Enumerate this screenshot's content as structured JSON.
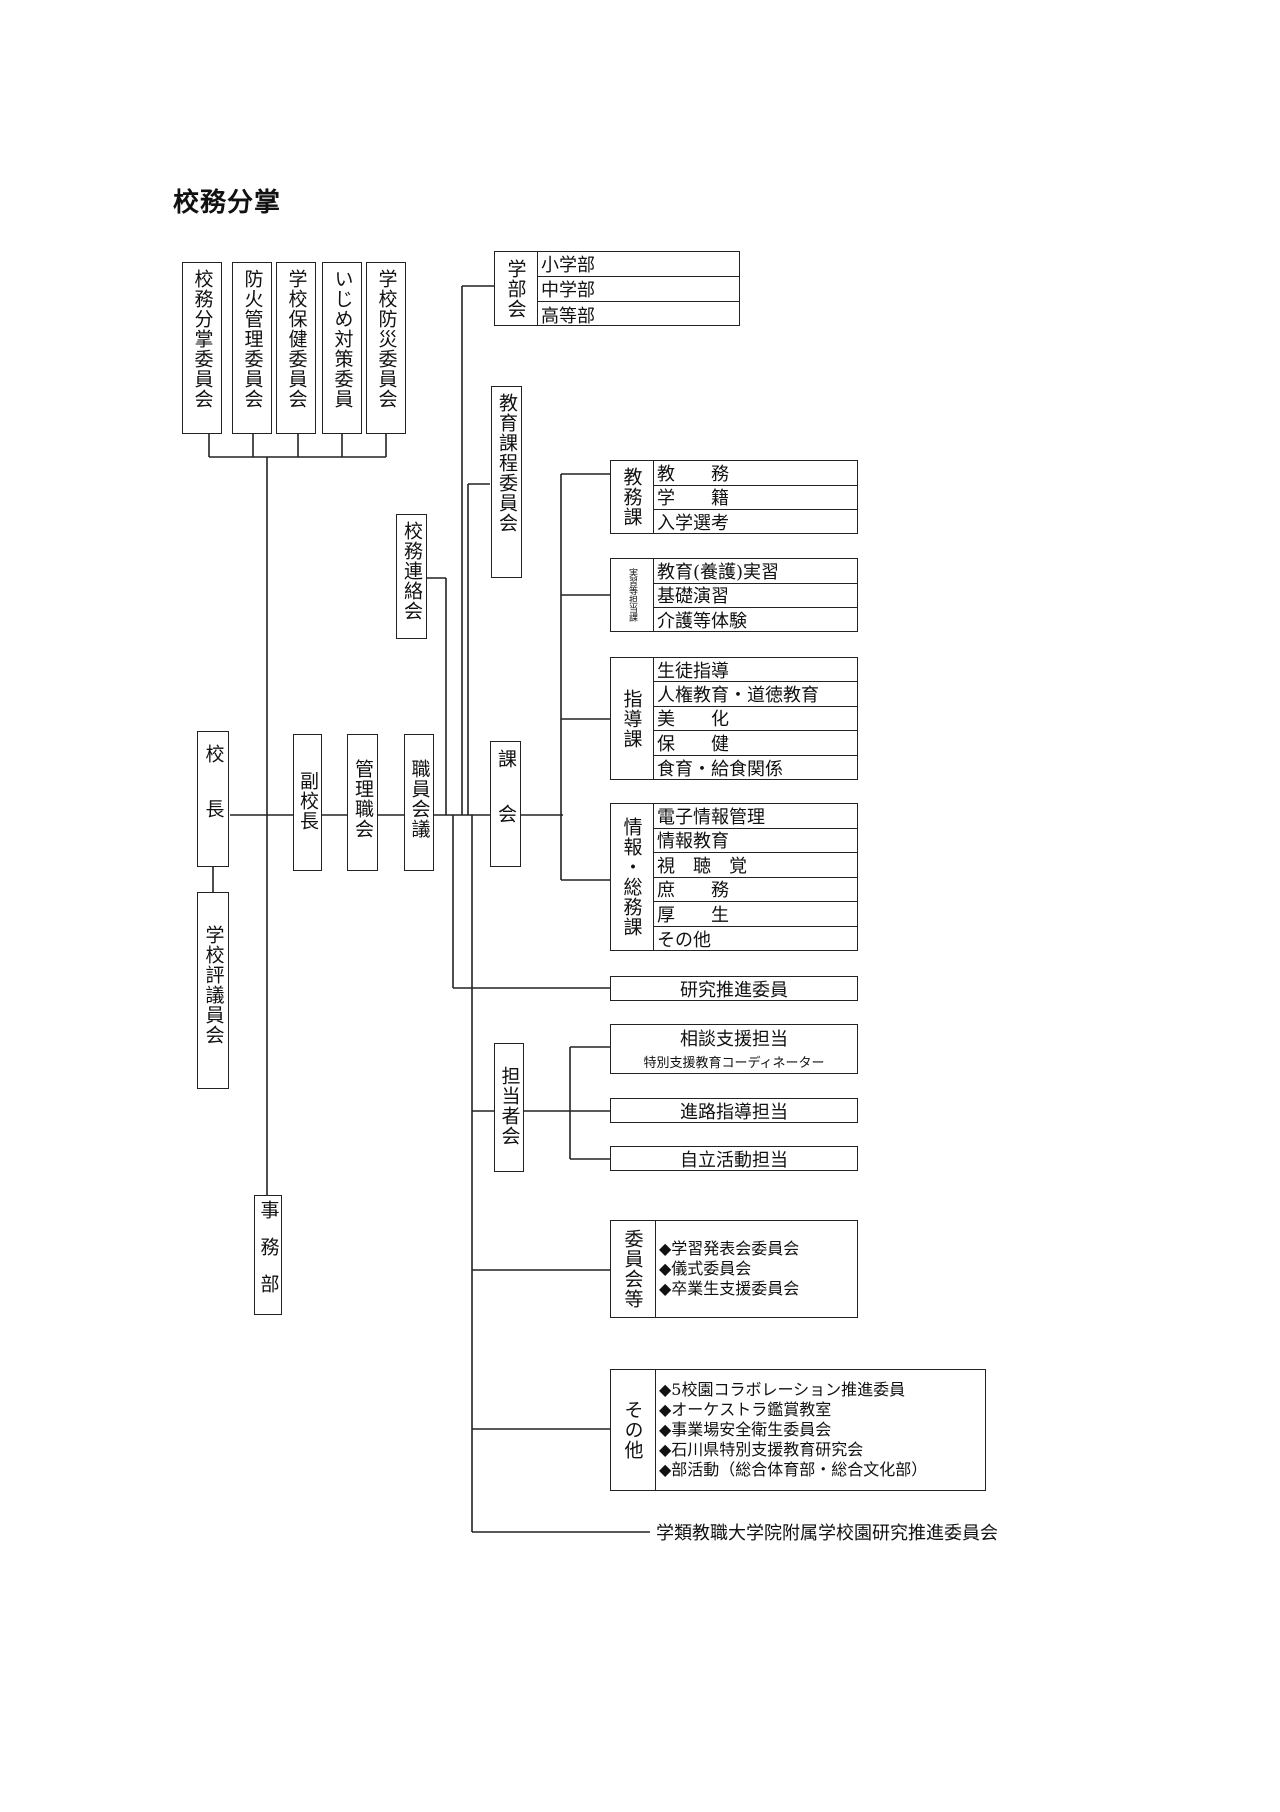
{
  "title": "校務分掌",
  "nodes": {
    "principal": "校長",
    "council": "学校評議員会",
    "vice_principal": "副校長",
    "management": "管理職会",
    "staff_meeting": "職員会議",
    "school_affairs_liaison": "校務連絡会",
    "curriculum_committee": "教育課程委員会",
    "section_meeting": "課会",
    "office": "事務部",
    "research_promotion": "研究推進委員",
    "university_committee": "学類教職大学院附属学校園研究推進委員会"
  },
  "top_committees": [
    "校務分掌委員会",
    "防火管理委員会",
    "学校保健委員会",
    "いじめ対策委員",
    "学校防災委員会"
  ],
  "gakubukai": {
    "label": "学部会",
    "items": [
      "小学部",
      "中学部",
      "高等部"
    ]
  },
  "divisions": [
    {
      "label": "教務課",
      "items": [
        "教　　務",
        "学　　籍",
        "入学選考"
      ]
    },
    {
      "label": "実習等担当課",
      "items": [
        "教育(養護)実習",
        "基礎演習",
        "介護等体験"
      ]
    },
    {
      "label": "指導課",
      "items": [
        "生徒指導",
        "人権教育・道徳教育",
        "美　　化",
        "保　　健",
        "食育・給食関係"
      ]
    },
    {
      "label": "情報・総務課",
      "items": [
        "電子情報管理",
        "情報教育",
        "視　聴　覚",
        "庶　　務",
        "厚　　生",
        "その他"
      ]
    }
  ],
  "tantousha": {
    "label": "担当者会",
    "consult": "相談支援担当",
    "coordinator": "特別支援教育コーディネーター",
    "career": "進路指導担当",
    "independence": "自立活動担当"
  },
  "committees": {
    "label": "委員会等",
    "items": [
      "◆学習発表会委員会",
      "◆儀式委員会",
      "◆卒業生支援委員会"
    ]
  },
  "others": {
    "label": "その他",
    "items": [
      "◆5校園コラボレーション推進委員",
      "◆オーケストラ鑑賞教室",
      "◆事業場安全衛生委員会",
      "◆石川県特別支援教育研究会",
      "◆部活動（総合体育部・総合文化部）"
    ]
  }
}
